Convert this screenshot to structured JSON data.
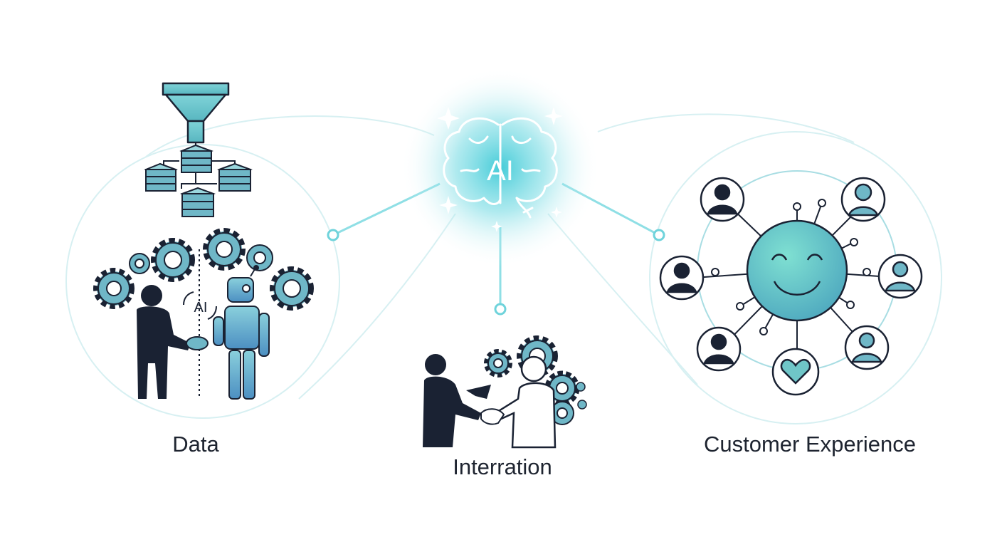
{
  "hub": {
    "badge_text": "AI",
    "icon": "brain-icon"
  },
  "sections": {
    "data": {
      "label": "Data",
      "handshake_badge": "AI",
      "icons": [
        "funnel-icon",
        "server-icon",
        "gear-icon",
        "person-icon",
        "robot-icon",
        "handshake-icon"
      ]
    },
    "interaction": {
      "label": "Interration",
      "icons": [
        "person-icon",
        "gear-icon",
        "handshake-icon",
        "arrow-icon"
      ]
    },
    "customer": {
      "label": "Customer Experience",
      "icons": [
        "smiley-icon",
        "customer-avatar-icon",
        "heart-icon"
      ]
    }
  },
  "colors": {
    "accent": "#5fd0d8",
    "teal": "#6cc4cc",
    "navy": "#1a2233",
    "gear_fill": "#6fb7c7",
    "connector": "#cdeff2"
  }
}
